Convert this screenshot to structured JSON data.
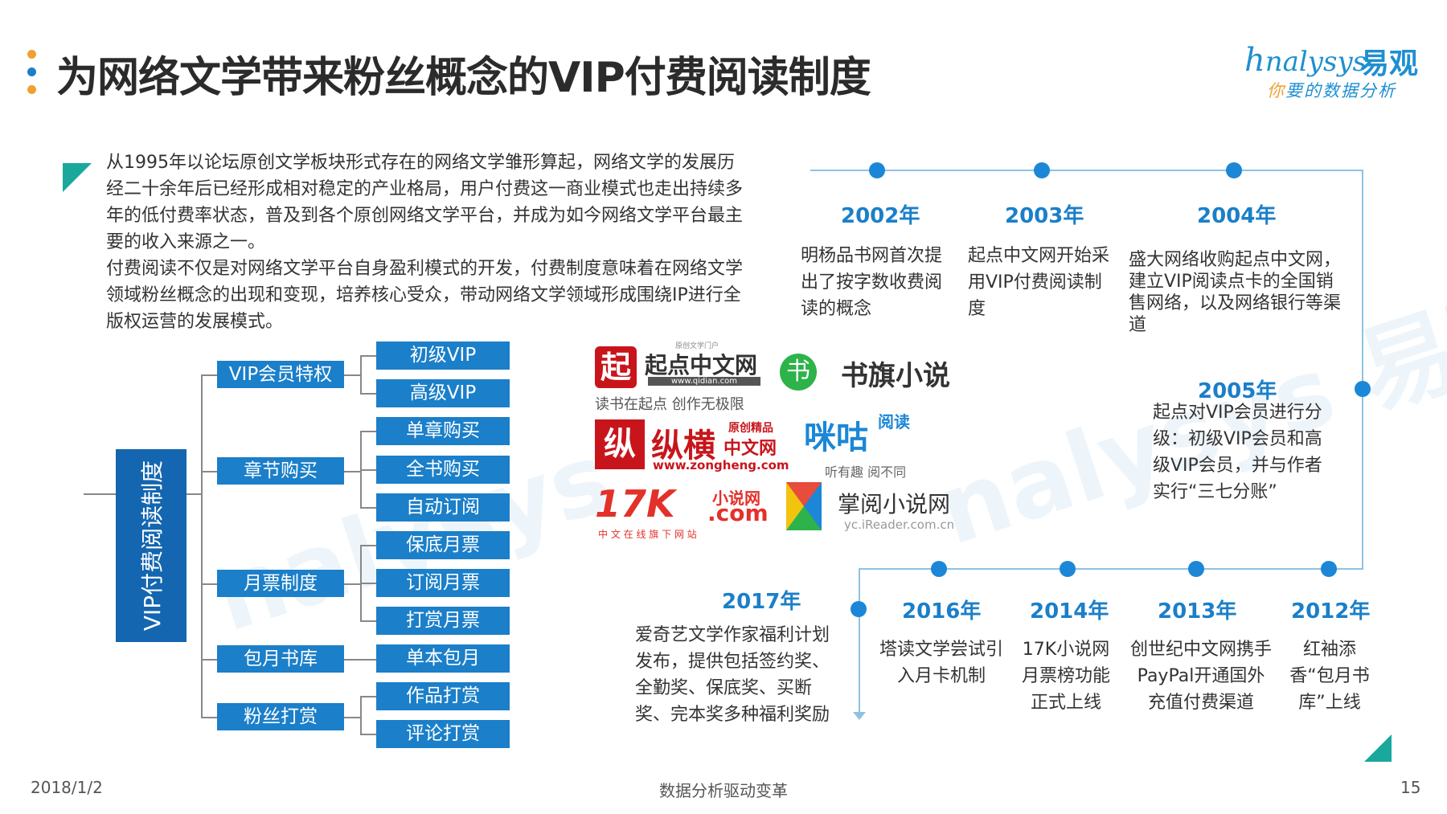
{
  "title": "为网络文学带来粉丝概念的VIP付费阅读制度",
  "logo": {
    "name_en": "nalysys",
    "name_cn": "易观",
    "tagline_first": "你",
    "tagline_rest": "要的数据分析",
    "accent": "#1e8fd1"
  },
  "intro": {
    "p1": "从1995年以论坛原创文学板块形式存在的网络文学雏形算起，网络文学的发展历经二十余年后已经形成相对稳定的产业格局，用户付费这一商业模式也走出持续多年的低付费率状态，普及到各个原创网络文学平台，并成为如今网络文学平台最主要的收入来源之一。",
    "p2": "付费阅读不仅是对网络文学平台自身盈利模式的开发，付费制度意味着在网络文学领域粉丝概念的出现和变现，培养核心受众，带动网络文学领域形成围绕IP进行全版权运营的发展模式。"
  },
  "tree": {
    "root": "VIP付费阅读制度",
    "vip": {
      "label": "VIP会员特权",
      "items": [
        "初级VIP",
        "高级VIP"
      ]
    },
    "chapter": {
      "label": "章节购买",
      "items": [
        "单章购买",
        "全书购买",
        "自动订阅"
      ]
    },
    "monthly": {
      "label": "月票制度",
      "items": [
        "保底月票",
        "订阅月票",
        "打赏月票"
      ]
    },
    "library": {
      "label": "包月书库",
      "items": [
        "单本包月"
      ]
    },
    "fans": {
      "label": "粉丝打赏",
      "items": [
        "作品打赏",
        "评论打赏"
      ]
    }
  },
  "brands": {
    "qidian": {
      "icon": "起",
      "name": "起点中文网",
      "url": "www.qidian.com",
      "slogan": "读书在起点 创作无极限",
      "top": "原创文学门户"
    },
    "shuqi": {
      "icon": "书",
      "name": "书旗小说"
    },
    "zongheng": {
      "icon": "纵",
      "name": "纵横",
      "sub": "中文网",
      "tag": "原创精品",
      "url": "www.zongheng.com"
    },
    "migu": {
      "name": "咪咕",
      "tag": "阅读",
      "slogan": "听有趣 阅不同"
    },
    "k17": {
      "logo": "17K",
      "site": "小说网",
      "com": ".com",
      "sub": "中 文 在 线 旗 下 网 站"
    },
    "ireader": {
      "name": "掌阅小说网",
      "url": "yc.iReader.com.cn"
    }
  },
  "timeline": [
    {
      "year": "2002年",
      "desc": "明杨品书网首次提出了按字数收费阅读的概念"
    },
    {
      "year": "2003年",
      "desc": "起点中文网开始采用VIP付费阅读制度"
    },
    {
      "year": "2004年",
      "desc": "盛大网络收购起点中文网，建立VIP阅读点卡的全国销售网络，以及网络银行等渠道"
    },
    {
      "year": "2005年",
      "desc": "起点对VIP会员进行分级：初级VIP会员和高级VIP会员，并与作者实行“三七分账”"
    },
    {
      "year": "2012年",
      "desc": "红袖添香“包月书库”上线"
    },
    {
      "year": "2013年",
      "desc": "创世纪中文网携手PayPal开通国外充值付费渠道"
    },
    {
      "year": "2014年",
      "desc": "17K小说网月票榜功能正式上线"
    },
    {
      "year": "2016年",
      "desc": "塔读文学尝试引入月卡机制"
    },
    {
      "year": "2017年",
      "desc": "爱奇艺文学作家福利计划发布，提供包括签约奖、全勤奖、保底奖、买断奖、完本奖多种福利奖励"
    }
  ],
  "footer": {
    "date": "2018/1/2",
    "center": "数据分析驱动变革",
    "page": "15"
  },
  "colors": {
    "primary": "#1b7fc9",
    "dark_blue": "#1466b0",
    "teal": "#1aa89c",
    "orange": "#f0a030"
  }
}
